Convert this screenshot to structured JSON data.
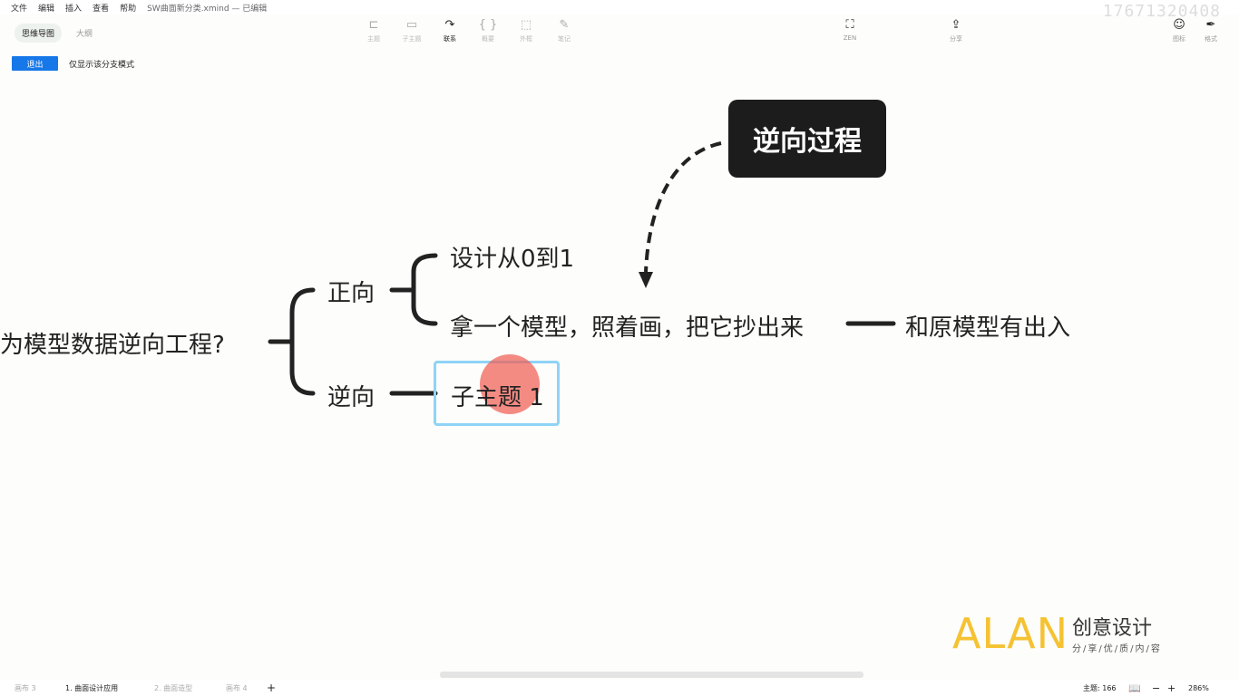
{
  "menu": {
    "items": [
      "文件",
      "编辑",
      "插入",
      "查看",
      "帮助"
    ],
    "title": "SW曲面新分类.xmind — 已编辑"
  },
  "watermark": "17671320408",
  "view_tabs": {
    "mindmap": "思维导图",
    "outline": "大纲"
  },
  "toolbar": {
    "topic": "主题",
    "subtopic": "子主题",
    "relation": "联系",
    "summary": "概要",
    "boundary": "外框",
    "note": "笔记",
    "zen": "ZEN",
    "share": "分享",
    "icon": "图标",
    "format": "格式"
  },
  "branch_mode": {
    "exit": "退出",
    "label": "仅显示该分支模式"
  },
  "mindmap": {
    "root": "为模型数据逆向工程?",
    "forward": "正向",
    "forward_children": [
      "设计从0到1",
      "拿一个模型，照着画，把它抄出来"
    ],
    "forward_sub": "和原模型有出入",
    "reverse": "逆向",
    "reverse_child": "子主题 1",
    "callout": "逆向过程"
  },
  "logo": {
    "brand": "ALAN",
    "name": "创意设计",
    "tagline": "分/享/优/质/内/容"
  },
  "bottom": {
    "sheets": [
      "画布 3",
      "1. 曲面设计应用",
      "2. 曲面造型",
      "画布 4"
    ],
    "add": "+",
    "topic_count": "主题: 166",
    "zoom_out": "−",
    "zoom_in": "+",
    "zoom": "286%"
  }
}
